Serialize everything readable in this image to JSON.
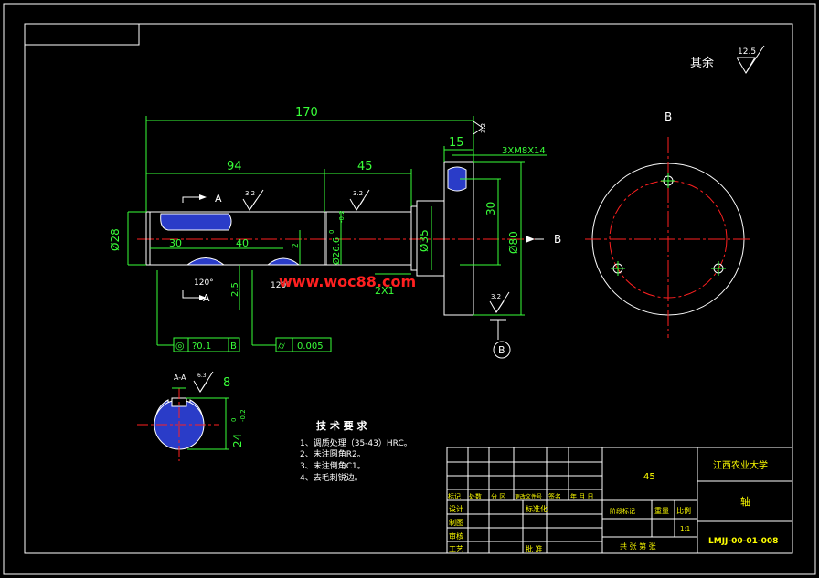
{
  "roughness_note": {
    "label": "其余",
    "value": "12.5"
  },
  "dimensions": {
    "overall_length": "170",
    "length_left": "94",
    "length_right": "45",
    "flange_width": "15",
    "thread_spec": "3XM8X14",
    "offset_30": "30",
    "keyway_pos_30": "30",
    "keyway_pos_40": "40",
    "dia_28": "Ø28",
    "dia_26": "Ø26.6",
    "dia_26_tol_upper": "0",
    "dia_26_tol_lower": "-0.2",
    "dia_35": "Ø35",
    "dia_80": "Ø80",
    "chamfer": "2X1",
    "groove_width": "2",
    "groove_depth": "2.5",
    "angle_120a": "120°",
    "angle_120b": "120°",
    "roughness_32": "3.2",
    "section_key_width": "8",
    "section_depth": "24",
    "section_depth_tol_upper": "0",
    "section_depth_tol_lower": "-0.2",
    "section_roughness": "6.3"
  },
  "section_labels": {
    "A_top": "A",
    "A_bottom": "A",
    "B_arrow": "B",
    "B_view": "B",
    "B_datum": "B",
    "AA_title": "A-A"
  },
  "tolerances": {
    "concentricity": {
      "symbol": "◎",
      "value": "?0.1",
      "datum": "B"
    },
    "cylindricity": {
      "symbol": "⌭",
      "value": "0.005"
    }
  },
  "watermark": "www.woc88.com",
  "tech_requirements": {
    "title": "技 术 要 求",
    "items": [
      "1、调质处理（35-43）HRC。",
      "2、未注圆角R2。",
      "3、未注倒角C1。",
      "4、去毛刺锐边。"
    ]
  },
  "title_block": {
    "material": "45",
    "school": "江西农业大学",
    "part_name": "轴",
    "drawing_no": "LMJJ-00-01-008",
    "scale": "1:1",
    "headers": [
      "标记",
      "处数",
      "分 区",
      "更改文件号",
      "签名",
      "年 月 日"
    ],
    "roles": [
      "设计",
      "制图",
      "审核",
      "工艺"
    ],
    "standardization": "标准化",
    "approval": "批 准",
    "stage_mark": "阶段标记",
    "weight": "重量",
    "ratio": "比例",
    "sheet_info": "共  张  第  张"
  }
}
